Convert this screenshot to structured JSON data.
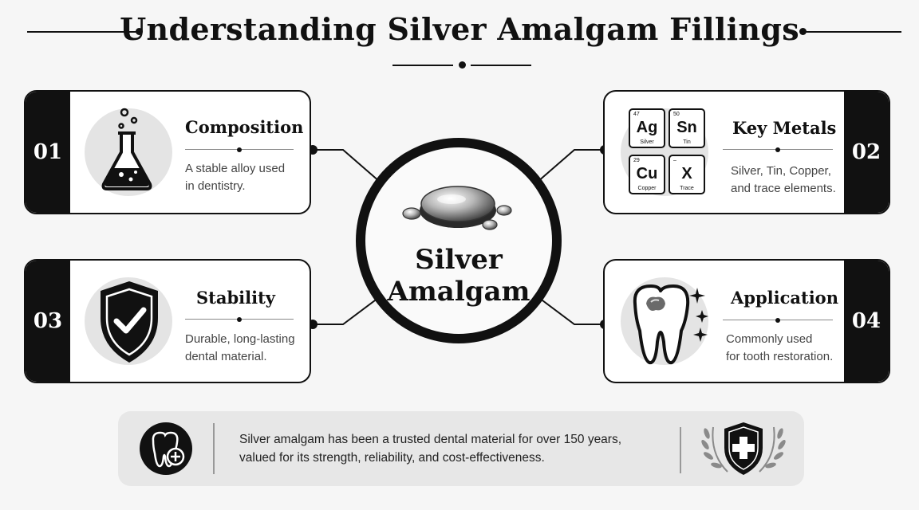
{
  "title": "Understanding Silver Amalgam Fillings",
  "center": {
    "line1": "Silver",
    "line2": "Amalgam"
  },
  "cards": [
    {
      "number": "01",
      "title": "Composition",
      "desc_line1": "A stable alloy used",
      "desc_line2": "in dentistry.",
      "icon": "flask-icon"
    },
    {
      "number": "02",
      "title": "Key Metals",
      "desc_line1": "Silver, Tin, Copper,",
      "desc_line2": "and trace elements.",
      "icon": "periodic-tiles-icon"
    },
    {
      "number": "03",
      "title": "Stability",
      "desc_line1": "Durable, long-lasting",
      "desc_line2": "dental material.",
      "icon": "shield-check-icon"
    },
    {
      "number": "04",
      "title": "Application",
      "desc_line1": "Commonly used",
      "desc_line2": "for tooth restoration.",
      "icon": "tooth-icon"
    }
  ],
  "elements": [
    {
      "number": "47",
      "symbol": "Ag",
      "name": "Silver"
    },
    {
      "number": "50",
      "symbol": "Sn",
      "name": "Tin"
    },
    {
      "number": "29",
      "symbol": "Cu",
      "name": "Copper"
    },
    {
      "number": "–",
      "symbol": "X",
      "name": "Trace"
    }
  ],
  "footer": {
    "line1": "Silver amalgam has been a trusted dental material for over 150 years,",
    "line2": "valued for its strength, reliability, and cost-effectiveness."
  },
  "colors": {
    "ink": "#111111",
    "background": "#f6f6f6",
    "card": "#ffffff",
    "footer": "#e7e7e7",
    "icon_bg": "#e4e4e4"
  }
}
